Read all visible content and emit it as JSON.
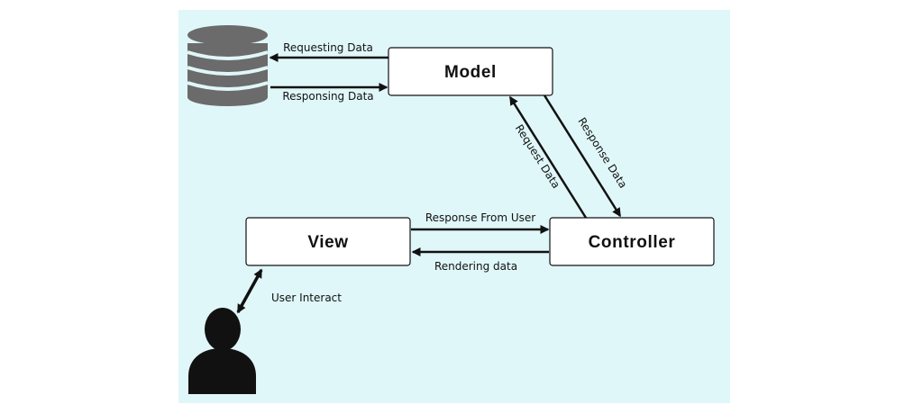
{
  "nodes": {
    "model": "Model",
    "view": "View",
    "controller": "Controller"
  },
  "edges": {
    "requesting_data": "Requesting Data",
    "responsing_data": "Responsing Data",
    "request_data": "Request Data",
    "response_data": "Response Data",
    "response_from_user": "Response From User",
    "rendering_data": "Rendering data",
    "user_interact": "User Interact"
  },
  "icons": {
    "database": "database-icon",
    "user": "user-icon"
  },
  "colors": {
    "background": "#e0f7f9",
    "box_fill": "#ffffff",
    "stroke": "#111111",
    "database": "#6b6b6b"
  }
}
